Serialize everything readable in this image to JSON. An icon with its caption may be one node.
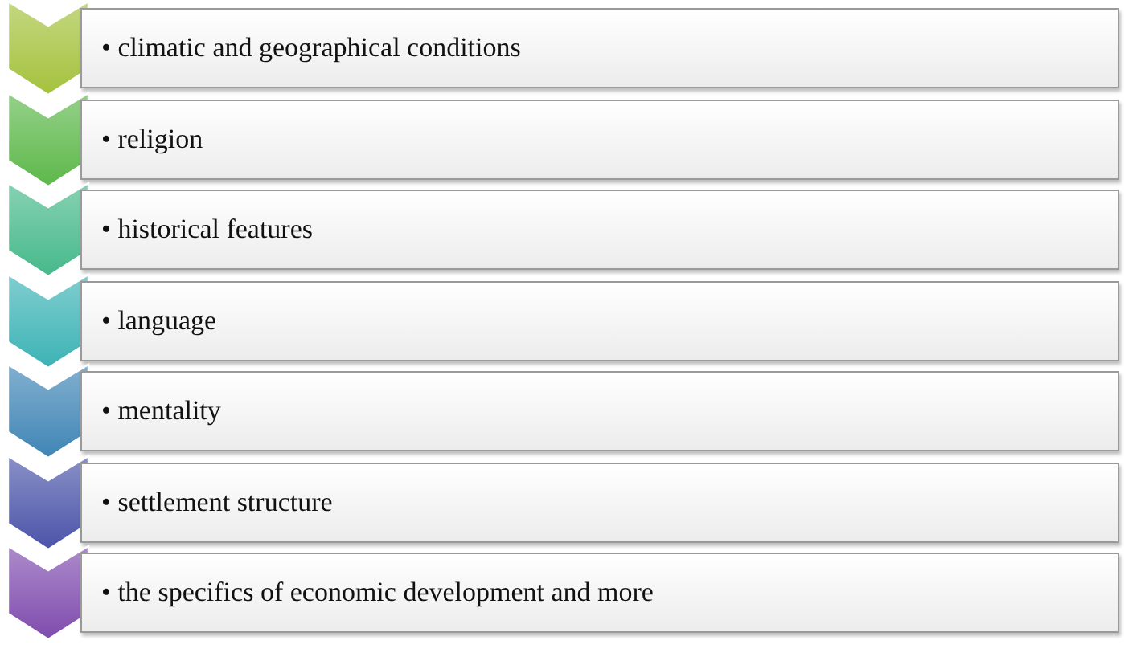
{
  "diagram": {
    "nodes": [
      {
        "text": [],
        "shape": "chevron"
      },
      {
        "text": [
          "• climatic and geographical conditions"
        ]
      },
      {
        "text": [],
        "shape": "chevron"
      },
      {
        "text": [
          "• religion"
        ]
      },
      {
        "text": [],
        "shape": "chevron"
      },
      {
        "text": [
          "• historical features"
        ]
      },
      {
        "text": [],
        "shape": "chevron"
      },
      {
        "text": [
          "• language"
        ]
      },
      {
        "text": [],
        "shape": "chevron"
      },
      {
        "text": [
          "• mentality"
        ]
      },
      {
        "text": [],
        "shape": "chevron"
      },
      {
        "text": [
          "• settlement structure"
        ]
      },
      {
        "text": [],
        "shape": "chevron"
      },
      {
        "text": [
          "• the specifics of economic development and more"
        ]
      }
    ]
  }
}
